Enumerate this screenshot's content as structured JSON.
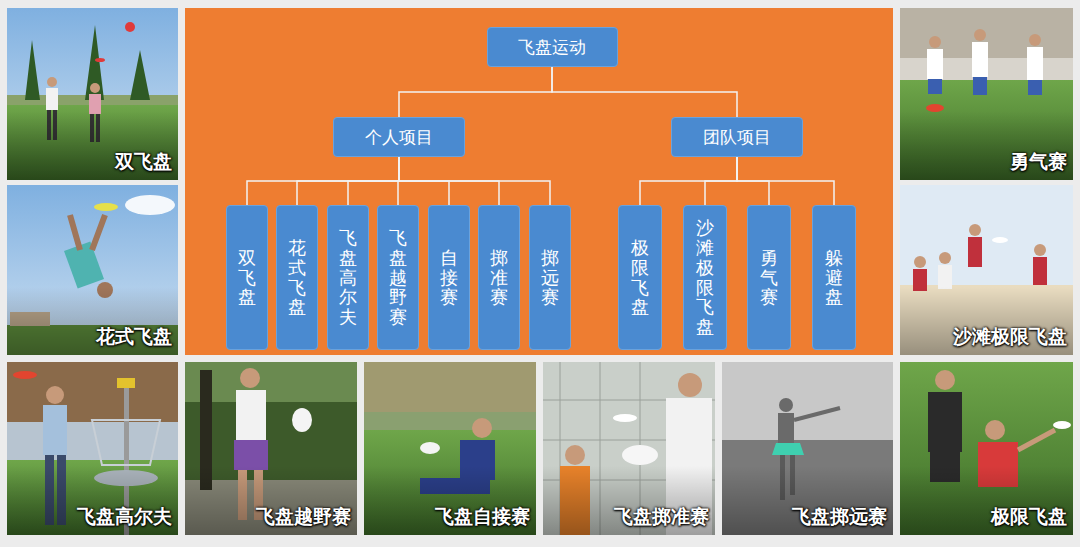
{
  "diagram": {
    "nodes": [
      {
        "text": [
          "飞盘运动"
        ]
      },
      {
        "text": [
          "个人项目"
        ]
      },
      {
        "text": [
          "团队项目"
        ]
      },
      {
        "text": [
          "双飞盘"
        ]
      },
      {
        "text": [
          "花式飞盘"
        ]
      },
      {
        "text": [
          "飞盘高尔夫"
        ]
      },
      {
        "text": [
          "飞盘越野赛"
        ]
      },
      {
        "text": [
          "自接赛"
        ]
      },
      {
        "text": [
          "掷准赛"
        ]
      },
      {
        "text": [
          "掷远赛"
        ]
      },
      {
        "text": [
          "极限飞盘"
        ]
      },
      {
        "text": [
          "沙滩极限飞盘"
        ]
      },
      {
        "text": [
          "勇气赛"
        ]
      },
      {
        "text": [
          "躲避盘"
        ]
      }
    ],
    "edges": [
      {
        "from": 0,
        "to": 1,
        "arrow": "none"
      },
      {
        "from": 0,
        "to": 2,
        "arrow": "none"
      },
      {
        "from": 1,
        "to": 3,
        "arrow": "none"
      },
      {
        "from": 1,
        "to": 4,
        "arrow": "none"
      },
      {
        "from": 1,
        "to": 5,
        "arrow": "none"
      },
      {
        "from": 1,
        "to": 6,
        "arrow": "none"
      },
      {
        "from": 1,
        "to": 7,
        "arrow": "none"
      },
      {
        "from": 1,
        "to": 8,
        "arrow": "none"
      },
      {
        "from": 1,
        "to": 9,
        "arrow": "none"
      },
      {
        "from": 2,
        "to": 10,
        "arrow": "none"
      },
      {
        "from": 2,
        "to": 11,
        "arrow": "none"
      },
      {
        "from": 2,
        "to": 12,
        "arrow": "none"
      },
      {
        "from": 2,
        "to": 13,
        "arrow": "none"
      }
    ],
    "labels": [
      "双飞盘",
      "勇气赛",
      "花式飞盘",
      "沙滩极限飞盘",
      "飞盘高尔夫",
      "飞盘越野赛",
      "飞盘自接赛",
      "飞盘掷准赛",
      "飞盘掷远赛",
      "极限飞盘"
    ]
  }
}
